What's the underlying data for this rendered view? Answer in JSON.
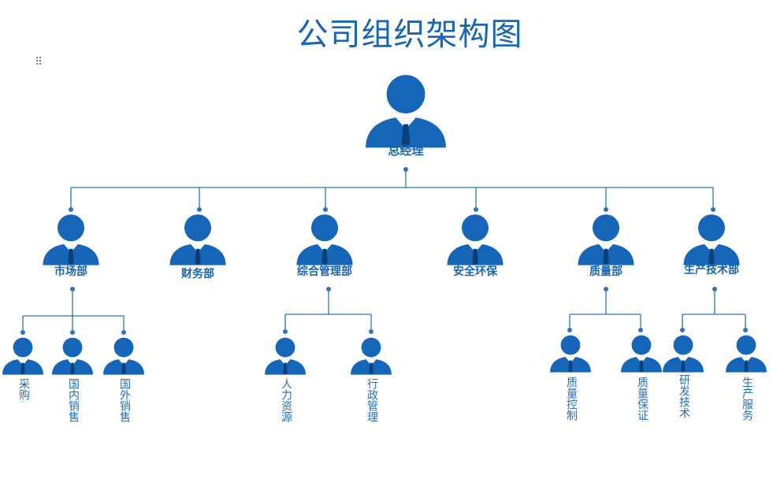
{
  "title": "公司组织架构图",
  "colors": {
    "primary": "#1565b8",
    "line": "#2f75bd",
    "text": "#1565b8"
  },
  "icons": {
    "person": "person-tie-icon",
    "drag": "drag-handle-icon"
  },
  "root": {
    "label": "总经理"
  },
  "departments": [
    {
      "label": "市场部",
      "children": [
        "采购",
        "国内销售",
        "国外销售"
      ]
    },
    {
      "label": "财务部",
      "children": []
    },
    {
      "label": "综合管理部",
      "children": [
        "人力资源",
        "行政管理"
      ]
    },
    {
      "label": "安全环保",
      "children": []
    },
    {
      "label": "质量部",
      "children": [
        "质量控制",
        "质量保证"
      ]
    },
    {
      "label": "生产技术部",
      "children": [
        "研发技术",
        "生产服务"
      ]
    }
  ]
}
